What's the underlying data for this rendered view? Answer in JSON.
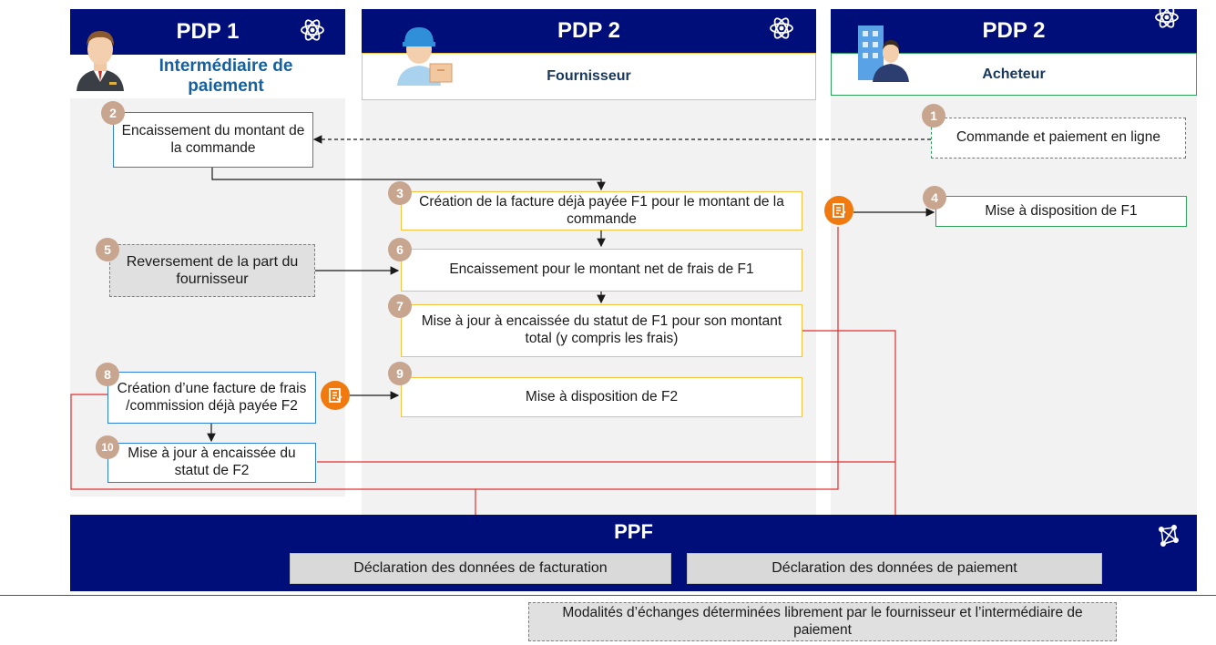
{
  "columns": [
    {
      "header": "PDP 1",
      "role": "Intermédiaire de paiement"
    },
    {
      "header": "PDP 2",
      "role": "Fournisseur"
    },
    {
      "header": "PDP 2",
      "role": "Acheteur"
    }
  ],
  "steps": [
    {
      "num": "1",
      "text": "Commande et paiement en ligne"
    },
    {
      "num": "2",
      "text": "Encaissement du montant de la commande"
    },
    {
      "num": "3",
      "text": "Création de la facture déjà payée F1 pour le montant de la commande"
    },
    {
      "num": "4",
      "text": "Mise à disposition de F1"
    },
    {
      "num": "5",
      "text": "Reversement de la part du fournisseur"
    },
    {
      "num": "6",
      "text": "Encaissement pour le montant net de frais de F1"
    },
    {
      "num": "7",
      "text": "Mise à jour à encaissée du statut de F1 pour son montant total (y compris les frais)"
    },
    {
      "num": "8",
      "text": "Création d’une facture de frais /commission déjà payée F2"
    },
    {
      "num": "9",
      "text": "Mise à disposition de F2"
    },
    {
      "num": "10",
      "text": "Mise à jour à encaissée du statut de F2"
    }
  ],
  "ppf": {
    "title": "PPF",
    "billing": "Déclaration des données de facturation",
    "payment": "Déclaration des données de paiement"
  },
  "legend": "Modalités d’échanges déterminées librement par le fournisseur et l’intermédiaire de paiement",
  "colors": {
    "navy": "#000e7a",
    "blue": "#2f7ed8",
    "yellow": "#f5c242",
    "green": "#2e9e5b",
    "badge": "#c8a58f",
    "orange": "#f07a10",
    "red": "#e03030"
  }
}
